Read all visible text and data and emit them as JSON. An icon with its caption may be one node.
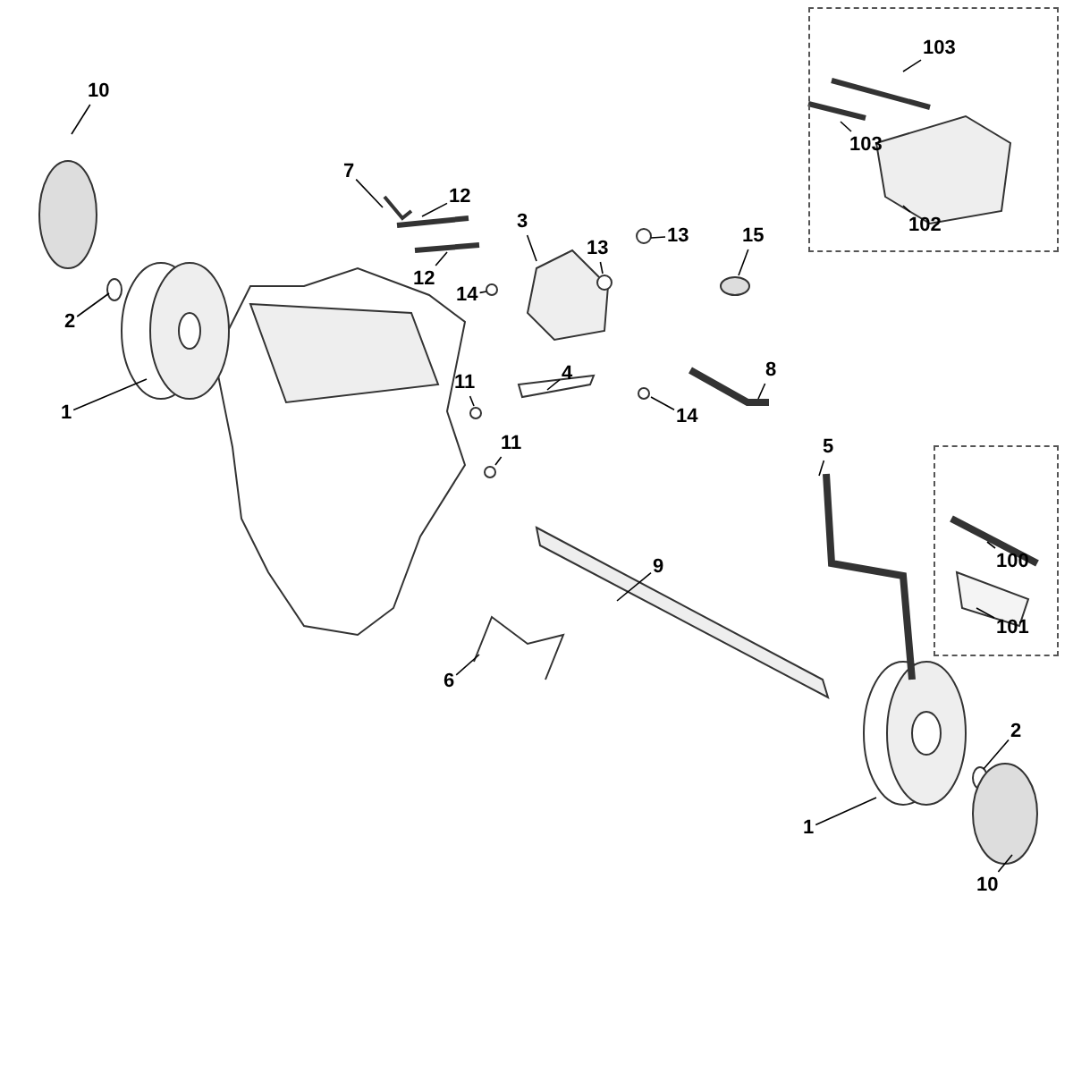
{
  "diagram": {
    "nodes": [
      {
        "text": [],
        "shape": "box"
      },
      {
        "text": [],
        "shape": "box"
      },
      {
        "text": [
          "103"
        ],
        "in": 0
      },
      {
        "text": [
          "10"
        ]
      },
      {
        "text": [
          "103"
        ],
        "in": 0
      },
      {
        "text": [
          "7"
        ]
      },
      {
        "text": [
          "12"
        ]
      },
      {
        "text": [
          "3"
        ]
      },
      {
        "text": [
          "102"
        ],
        "in": 0
      },
      {
        "text": [
          "13"
        ]
      },
      {
        "text": [
          "15"
        ]
      },
      {
        "text": [
          "13"
        ]
      },
      {
        "text": [
          "12"
        ]
      },
      {
        "text": [
          "14"
        ]
      },
      {
        "text": [
          "2"
        ]
      },
      {
        "text": [
          "8"
        ]
      },
      {
        "text": [
          "4"
        ]
      },
      {
        "text": [
          "11"
        ]
      },
      {
        "text": [
          "1"
        ]
      },
      {
        "text": [
          "14"
        ]
      },
      {
        "text": [
          "11"
        ]
      },
      {
        "text": [
          "5"
        ]
      },
      {
        "text": [
          "100"
        ],
        "in": 1
      },
      {
        "text": [
          "9"
        ]
      },
      {
        "text": [
          "101"
        ],
        "in": 1
      },
      {
        "text": [
          "6"
        ]
      },
      {
        "text": [
          "2"
        ]
      },
      {
        "text": [
          "1"
        ]
      },
      {
        "text": [
          "10"
        ]
      }
    ],
    "edges": [
      {
        "from": 2,
        "to": null,
        "arrow": "none"
      },
      {
        "from": 3,
        "to": null,
        "arrow": "none"
      },
      {
        "from": 4,
        "to": null,
        "arrow": "none"
      },
      {
        "from": 5,
        "to": null,
        "arrow": "none"
      },
      {
        "from": 6,
        "to": null,
        "arrow": "none"
      },
      {
        "from": 7,
        "to": null,
        "arrow": "none"
      },
      {
        "from": 8,
        "to": null,
        "arrow": "none"
      },
      {
        "from": 9,
        "to": null,
        "arrow": "none"
      },
      {
        "from": 10,
        "to": null,
        "arrow": "none"
      },
      {
        "from": 11,
        "to": null,
        "arrow": "none"
      },
      {
        "from": 12,
        "to": null,
        "arrow": "none"
      },
      {
        "from": 13,
        "to": null,
        "arrow": "none"
      },
      {
        "from": 14,
        "to": null,
        "arrow": "none"
      },
      {
        "from": 15,
        "to": null,
        "arrow": "none"
      },
      {
        "from": 16,
        "to": null,
        "arrow": "none"
      },
      {
        "from": 17,
        "to": null,
        "arrow": "none"
      },
      {
        "from": 18,
        "to": null,
        "arrow": "none"
      },
      {
        "from": 19,
        "to": null,
        "arrow": "none"
      },
      {
        "from": 20,
        "to": null,
        "arrow": "none"
      },
      {
        "from": 21,
        "to": null,
        "arrow": "none"
      },
      {
        "from": 22,
        "to": null,
        "arrow": "none"
      },
      {
        "from": 23,
        "to": null,
        "arrow": "none"
      },
      {
        "from": 24,
        "to": null,
        "arrow": "none"
      },
      {
        "from": 25,
        "to": null,
        "arrow": "none"
      },
      {
        "from": 26,
        "to": null,
        "arrow": "none"
      },
      {
        "from": 27,
        "to": null,
        "arrow": "none"
      },
      {
        "from": 28,
        "to": null,
        "arrow": "none"
      }
    ]
  }
}
